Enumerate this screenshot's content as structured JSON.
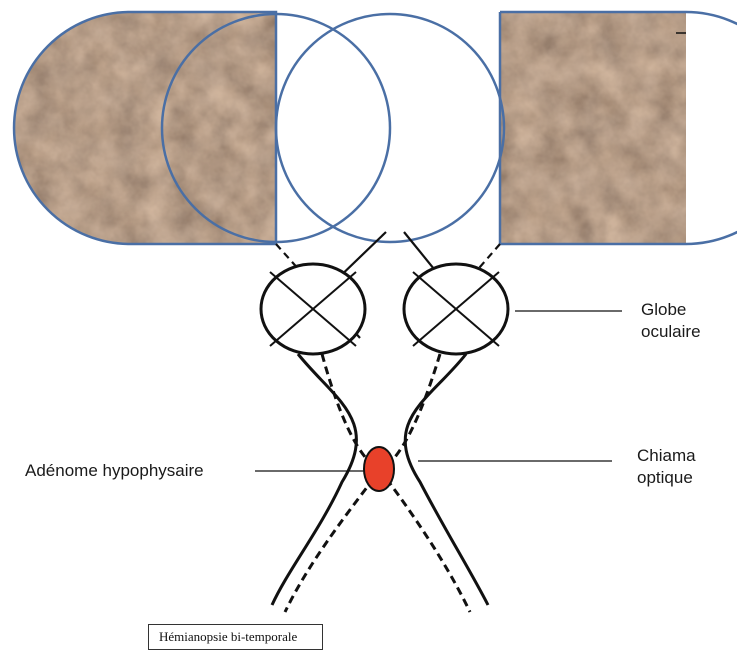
{
  "colors": {
    "field_outline": "#4a6fa5",
    "nerve_stroke": "#111111",
    "tumor_fill": "#e8412a",
    "marble_dark": "#3b2a20",
    "marble_light": "#8a7566"
  },
  "labels": {
    "globe": "Globe\noculaire",
    "chiasma": "Chiama\noptique",
    "adenoma": "Adénome hypophysaire",
    "caption": "Hémianopsie bi-temporale"
  }
}
